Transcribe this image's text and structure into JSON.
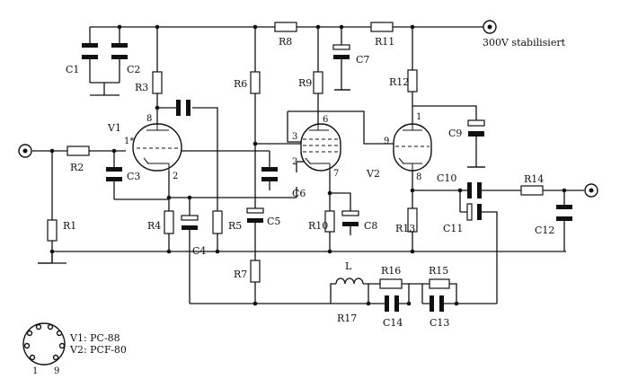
{
  "supply": {
    "label": "300V stabilisiert"
  },
  "tubes": [
    {
      "id": "V1",
      "type_label": "V1: PC-88"
    },
    {
      "id": "V2",
      "type_label": "V2: PCF-80"
    }
  ],
  "socket": {
    "pin_first": "1",
    "pin_last": "9"
  },
  "resistors": [
    "R1",
    "R2",
    "R3",
    "R4",
    "R5",
    "R6",
    "R7",
    "R8",
    "R9",
    "R10",
    "R11",
    "R12",
    "R13",
    "R14",
    "R15",
    "R16",
    "R17"
  ],
  "capacitors": [
    "C1",
    "C2",
    "C3",
    "C4",
    "C5",
    "C6",
    "C7",
    "C8",
    "C9",
    "C10",
    "C11",
    "C12",
    "C13",
    "C14"
  ],
  "inductor": "L",
  "tube_labels": {
    "v1": "V1",
    "v2": "V2"
  },
  "pins": {
    "v1_anode": "8",
    "v1_grid": "1*",
    "v1_cathode": "2",
    "v2a_anode": "6",
    "v2a_grid2": "3",
    "v2a_grid1": "2",
    "v2a_cathode": "7",
    "v2b_anode": "1",
    "v2b_grid": "9",
    "v2b_cathode": "8"
  }
}
